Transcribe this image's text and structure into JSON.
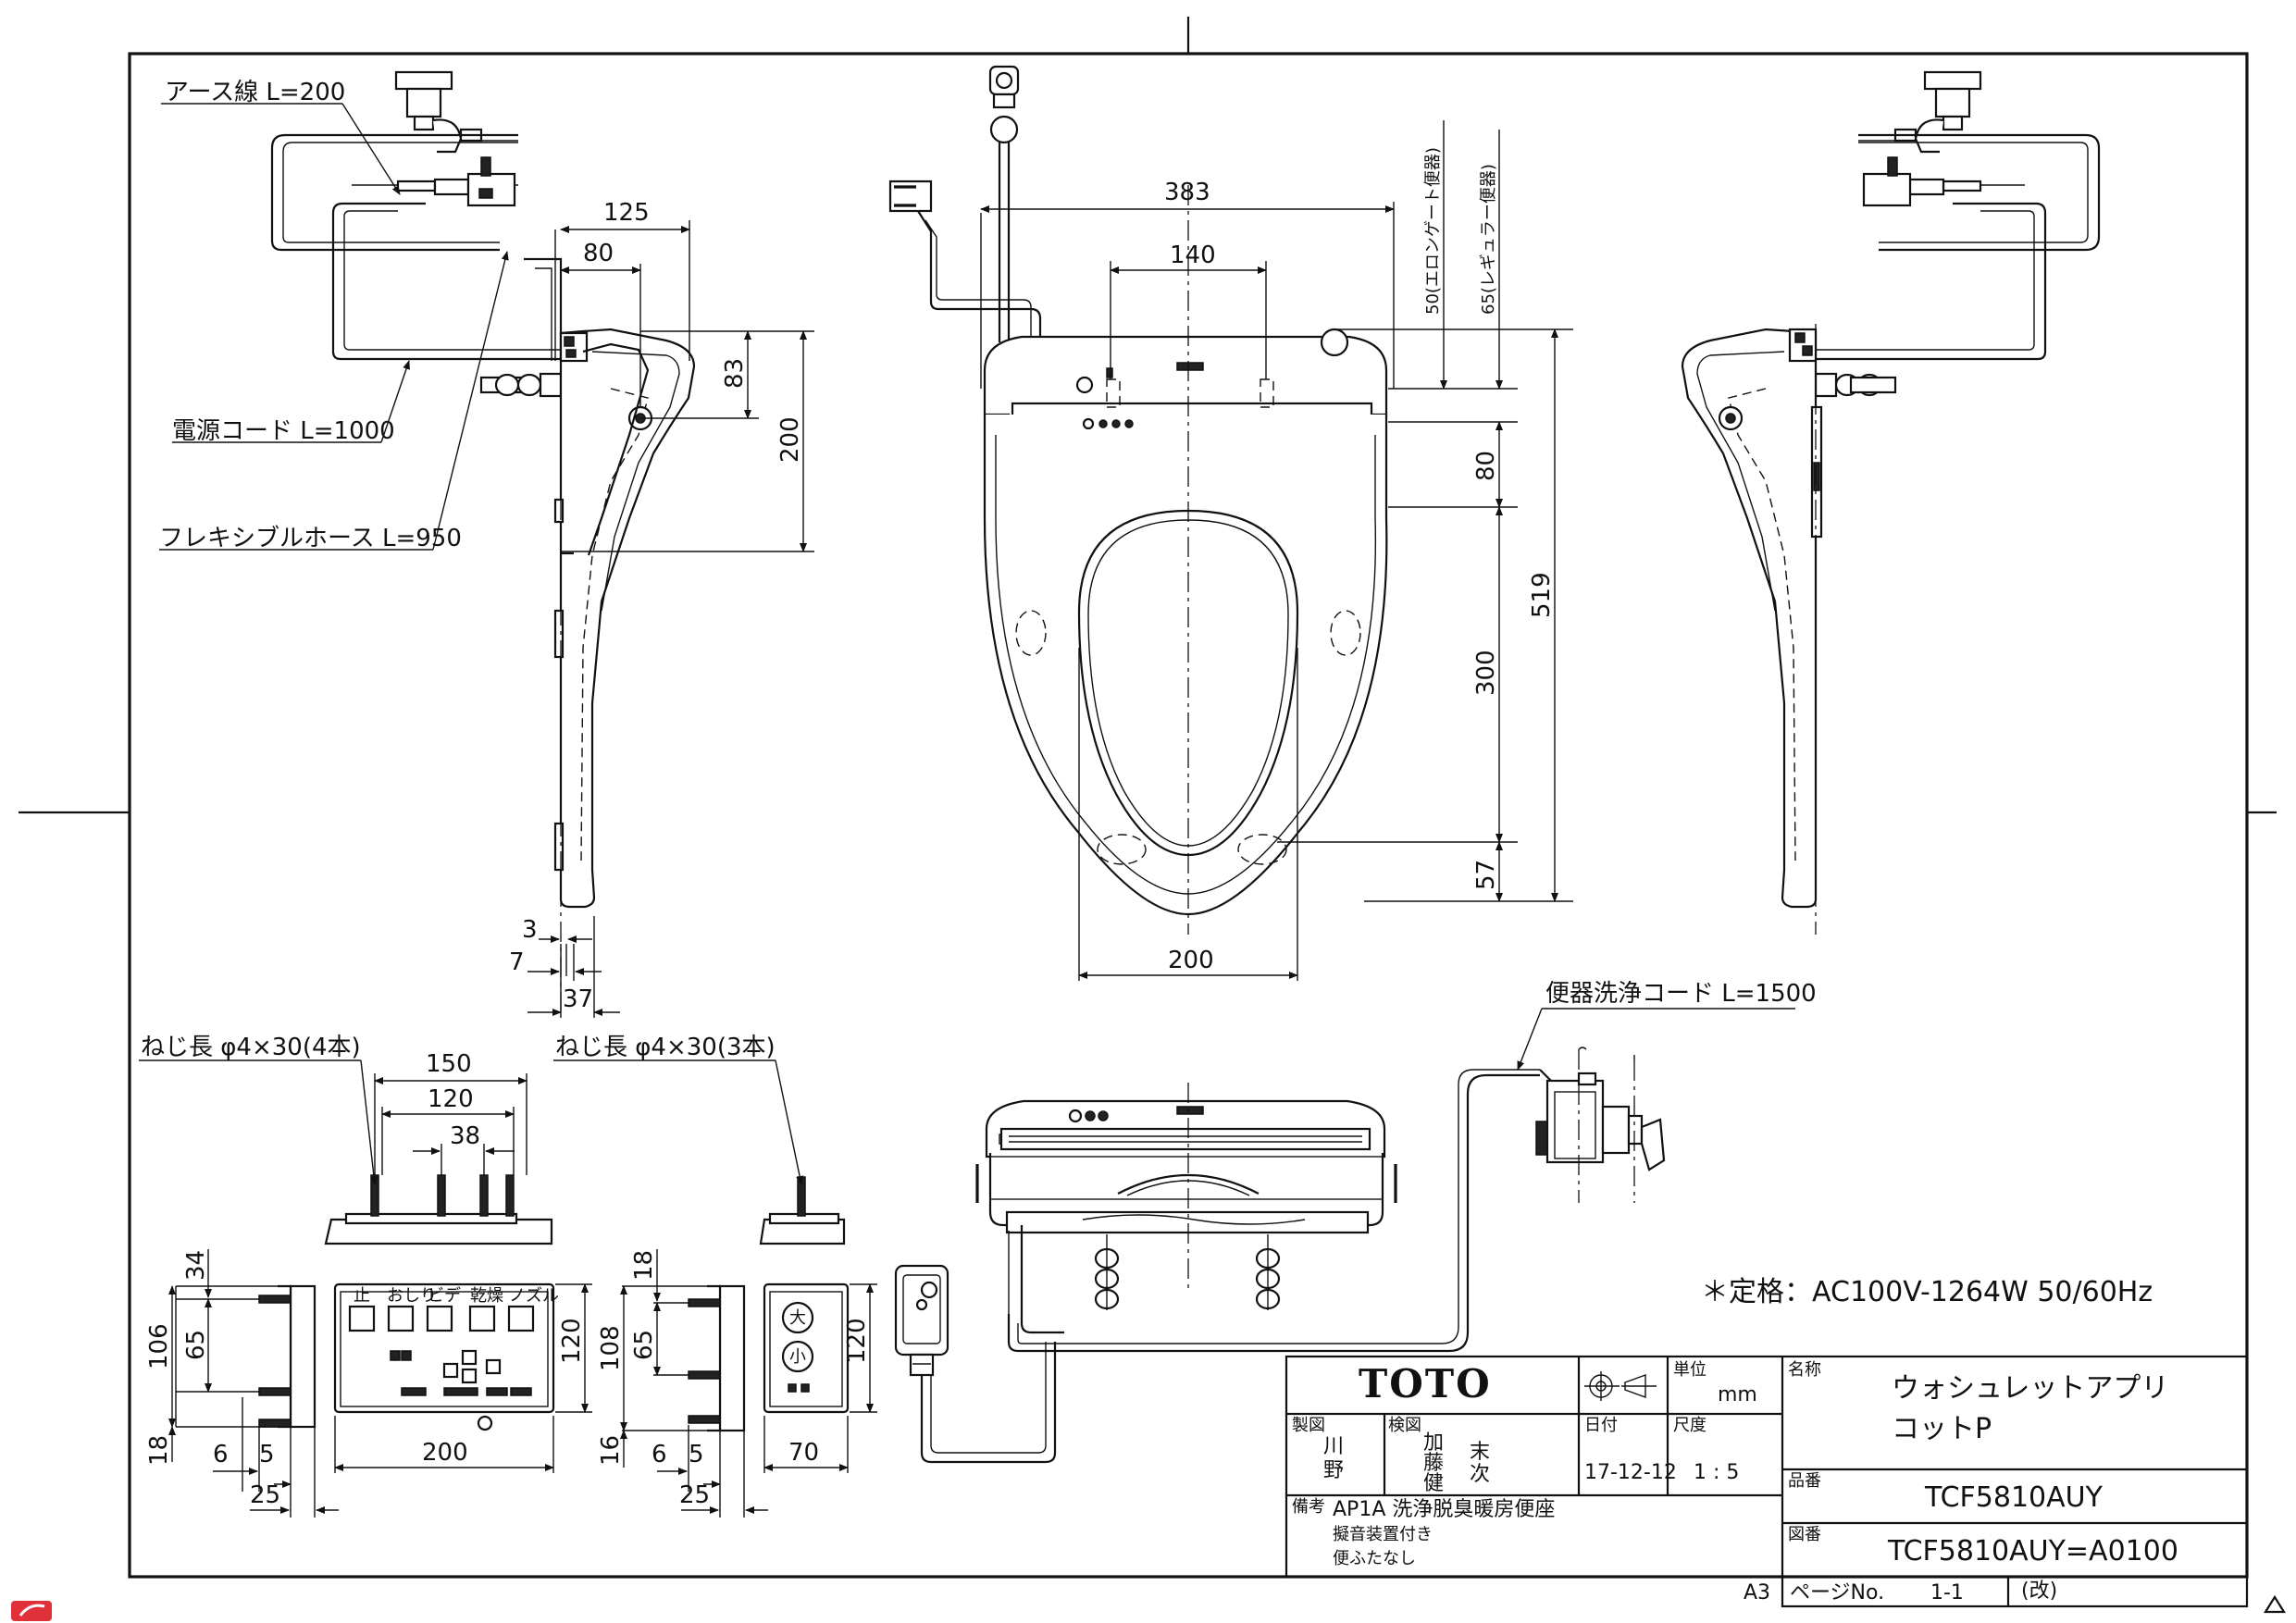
{
  "callouts": {
    "earth": "アース線 L=200",
    "power": "電源コード L=1000",
    "hose": "フレキシブルホース L=950",
    "screw4": "ねじ長 φ4×30(4本)",
    "screw3": "ねじ長 φ4×30(3本)",
    "flush": "便器洗浄コード L=1500",
    "elongated": "50(エロンゲート便器)",
    "regular": "65(レギュラー便器)"
  },
  "dims": {
    "d125": "125",
    "d80": "80",
    "d83": "83",
    "d200a": "200",
    "d383": "383",
    "d140": "140",
    "d80b": "80",
    "d519": "519",
    "d300": "300",
    "d57": "57",
    "d200b": "200",
    "d3": "3",
    "d7": "7",
    "d37": "37",
    "d150": "150",
    "d120a": "120",
    "d38": "38",
    "d34": "34",
    "d106": "106",
    "d65a": "65",
    "d18a": "18",
    "d6a": "6",
    "d5a": "5",
    "d25a": "25",
    "d200c": "200",
    "d120b": "120",
    "d18b": "18",
    "d108": "108",
    "d65b": "65",
    "d16": "16",
    "d6b": "6",
    "d5b": "5",
    "d25b": "25",
    "d70": "70",
    "d120c": "120"
  },
  "spec": "＊定格：AC100V-1264W 50/60Hz",
  "panel": {
    "k1": "止",
    "k2": "おしり",
    "k3": "ビデ",
    "k4": "乾燥",
    "k5": "ノズル",
    "b1": "大",
    "b2": "小"
  },
  "title_block": {
    "brand": "TOTO",
    "unit_label": "単位",
    "unit": "mm",
    "drawn_label": "製図",
    "drawn_1": "川",
    "drawn_2": "野",
    "check_label": "検図",
    "check_1": "加",
    "check_2": "藤",
    "check_3": "健",
    "check_4": "末",
    "check_5": "次",
    "date_label": "日付",
    "date": "17-12-12",
    "scale_label": "尺度",
    "scale": "1 : 5",
    "name_label": "名称",
    "name_1": "ウォシュレットアプリ",
    "name_2": "コットP",
    "part_label": "品番",
    "part": "TCF5810AUY",
    "drawing_label": "図番",
    "drawing": "TCF5810AUY=A0100",
    "notes_label": "備考",
    "note_1": "AP1A 洗浄脱臭暖房便座",
    "note_2": "擬音装置付き",
    "note_3": "便ふたなし",
    "sheet": "A3",
    "page_label": "ページNo.",
    "page": "1-1",
    "rev": "(改)"
  }
}
